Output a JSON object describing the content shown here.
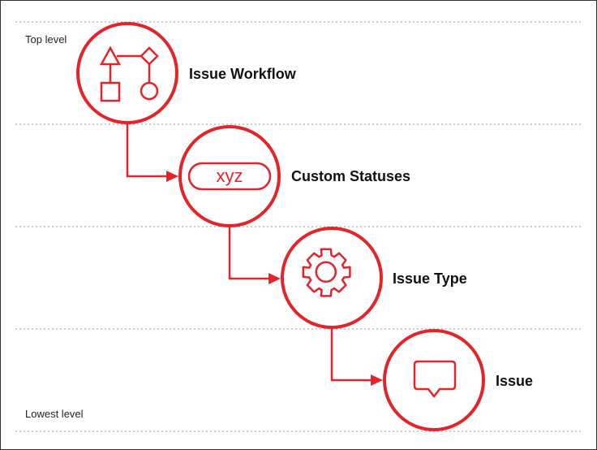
{
  "levels": {
    "top": "Top level",
    "lowest": "Lowest level"
  },
  "nodes": [
    {
      "id": "issue-workflow",
      "label": "Issue Workflow",
      "icon": "workflow-icon"
    },
    {
      "id": "custom-statuses",
      "label": "Custom Statuses",
      "icon": "status-pill-icon",
      "icon_text": "xyz"
    },
    {
      "id": "issue-type",
      "label": "Issue Type",
      "icon": "gear-icon"
    },
    {
      "id": "issue",
      "label": "Issue",
      "icon": "speech-bubble-icon"
    }
  ],
  "colors": {
    "accent": "#e3242b",
    "divider": "#999999",
    "text": "#111111"
  }
}
